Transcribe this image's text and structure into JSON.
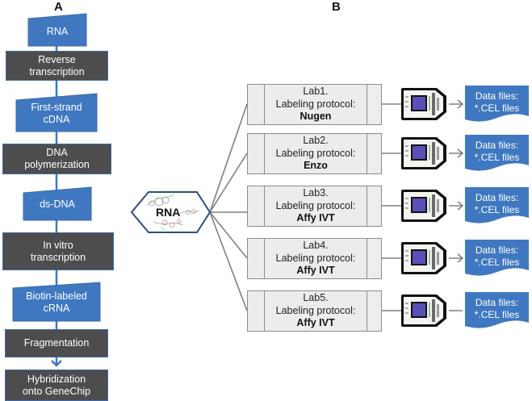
{
  "panel_a": {
    "label": "A",
    "steps": [
      {
        "type": "data",
        "lines": [
          "RNA"
        ]
      },
      {
        "type": "process",
        "lines": [
          "Reverse",
          "transcription"
        ]
      },
      {
        "type": "data",
        "lines": [
          "First-strand",
          "cDNA"
        ]
      },
      {
        "type": "process",
        "lines": [
          "DNA",
          "polymerization"
        ]
      },
      {
        "type": "data",
        "lines": [
          "ds-DNA"
        ]
      },
      {
        "type": "process",
        "lines": [
          "In vitro",
          "transcription"
        ]
      },
      {
        "type": "data",
        "lines": [
          "Biotin-labeled",
          "cRNA"
        ]
      },
      {
        "type": "process",
        "lines": [
          "Fragmentation"
        ]
      },
      {
        "type": "process",
        "lines": [
          "Hybridization",
          "onto GeneChip"
        ]
      }
    ]
  },
  "panel_b": {
    "label": "B",
    "source": {
      "label": "RNA",
      "icon": "rna-structure-icon"
    },
    "labs": [
      {
        "name": "Lab1.",
        "protocol_label": "Labeling protocol:",
        "protocol": "Nugen",
        "chip_icon": "genechip-icon",
        "output": [
          "Data files:",
          "*.CEL files"
        ],
        "arrow_to_output": true
      },
      {
        "name": "Lab2.",
        "protocol_label": "Labeling protocol:",
        "protocol": "Enzo",
        "chip_icon": "genechip-icon",
        "output": [
          "Data files:",
          "*.CEL files"
        ],
        "arrow_to_output": true
      },
      {
        "name": "Lab3.",
        "protocol_label": "Labeling protocol:",
        "protocol": "Affy IVT",
        "chip_icon": "genechip-icon",
        "output": [
          "Data files:",
          "*.CEL files"
        ],
        "arrow_to_output": true
      },
      {
        "name": "Lab4.",
        "protocol_label": "Labeling protocol:",
        "protocol": "Affy IVT",
        "chip_icon": "genechip-icon",
        "output": [
          "Data files:",
          "*.CEL files"
        ],
        "arrow_to_output": true
      },
      {
        "name": "Lab5.",
        "protocol_label": "Labeling protocol:",
        "protocol": "Affy IVT",
        "chip_icon": "genechip-icon",
        "output": [
          "Data files:",
          "*.CEL files"
        ],
        "arrow_to_output": false
      }
    ]
  },
  "colors": {
    "data_node": "#3f78c1",
    "process_node": "#4d4d4d",
    "connector": "#3f78c1",
    "lab_fill": "#ececec",
    "lab_border": "#8c8c8c",
    "hexagon_border": "#2b4f7e",
    "chip_screen": "#5b4fb8"
  }
}
